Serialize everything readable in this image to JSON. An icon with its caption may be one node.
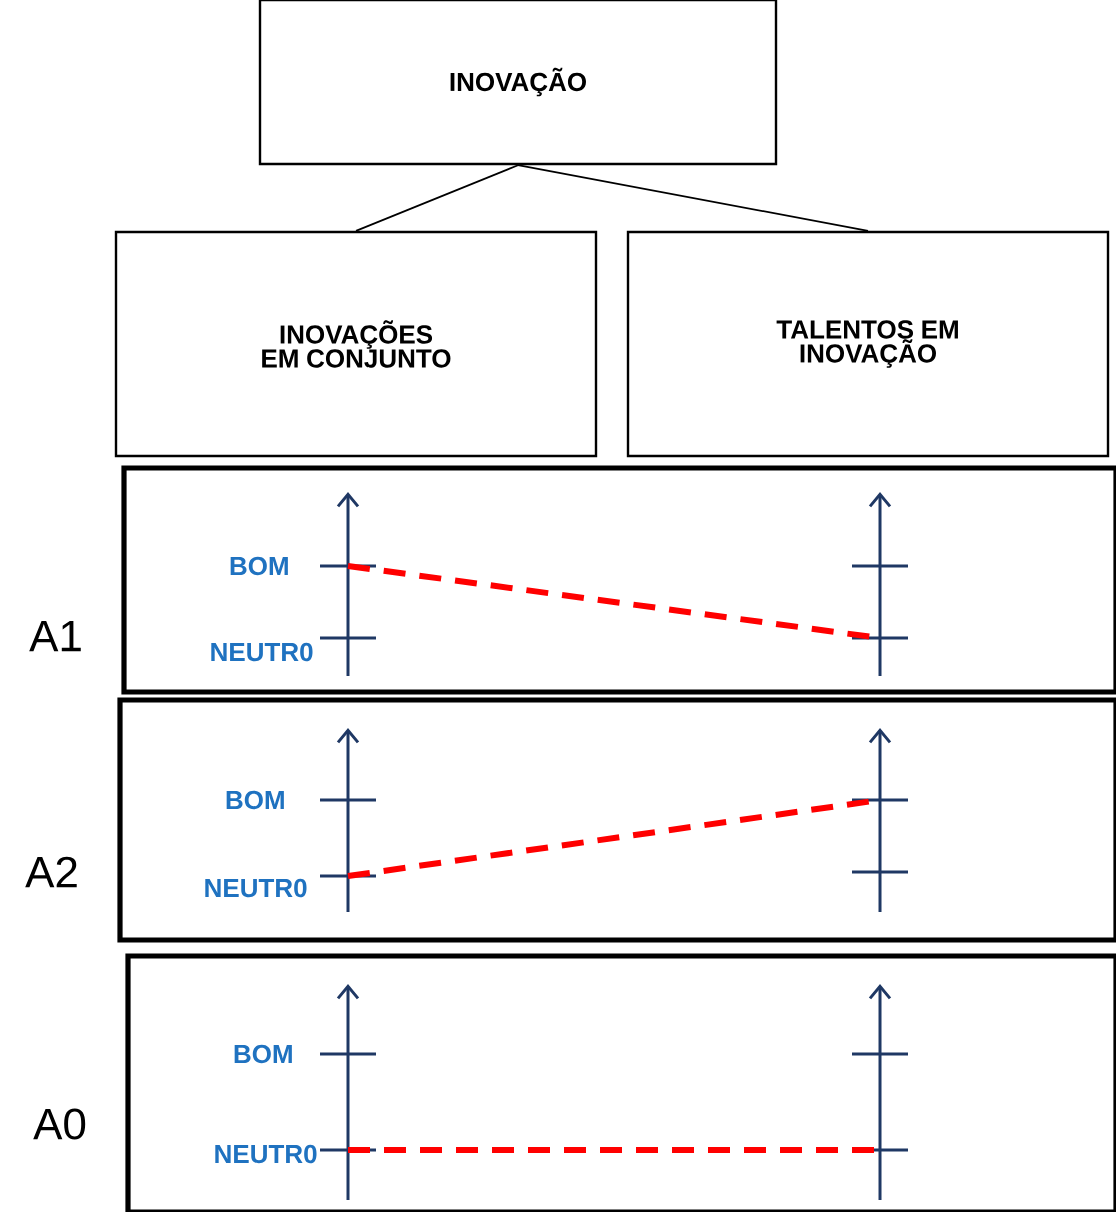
{
  "diagram": {
    "nodes": [
      {
        "text": [
          "INOVAÇÃO"
        ]
      },
      {
        "text": [
          "INOVAÇÕES EM CONJUNTO"
        ]
      },
      {
        "text": [
          "TALENTOS EM INOVAÇÃO"
        ]
      },
      {
        "text": [],
        "shape": "box",
        "beside": [
          "A1"
        ]
      },
      {
        "text": [],
        "shape": "box",
        "beside": [
          "A2"
        ]
      },
      {
        "text": [],
        "shape": "box",
        "beside": [
          "A0"
        ]
      },
      {
        "text": [],
        "shape": "bar",
        "in": 3
      },
      {
        "text": [],
        "shape": "bar",
        "in": 3
      },
      {
        "text": [],
        "shape": "bar",
        "in": 3
      },
      {
        "text": [],
        "shape": "bar",
        "in": 3
      },
      {
        "text": [],
        "shape": "bar",
        "in": 4
      },
      {
        "text": [],
        "shape": "bar",
        "in": 4
      },
      {
        "text": [],
        "shape": "bar",
        "in": 4
      },
      {
        "text": [],
        "shape": "bar",
        "in": 4
      },
      {
        "text": [],
        "shape": "bar",
        "in": 5
      },
      {
        "text": [],
        "shape": "bar",
        "in": 5
      },
      {
        "text": [],
        "shape": "bar",
        "in": 5
      },
      {
        "text": [],
        "shape": "bar",
        "in": 5
      }
    ],
    "edges": [
      {
        "from": 0,
        "to": 1,
        "arrow": "none",
        "color": "#000000"
      },
      {
        "from": 0,
        "to": 2,
        "arrow": "none",
        "color": "#000000"
      },
      {
        "from": 6,
        "to": 9,
        "arrow": "none",
        "style": "dashed"
      },
      {
        "from": 12,
        "to": 11,
        "arrow": "none",
        "style": "dashed"
      },
      {
        "from": 16,
        "to": 17,
        "arrow": "none",
        "style": "dashed"
      }
    ],
    "labels": [
      "BOM",
      "NEUTR0",
      "BOM",
      "NEUTR0",
      "BOM",
      "NEUTR0"
    ]
  }
}
